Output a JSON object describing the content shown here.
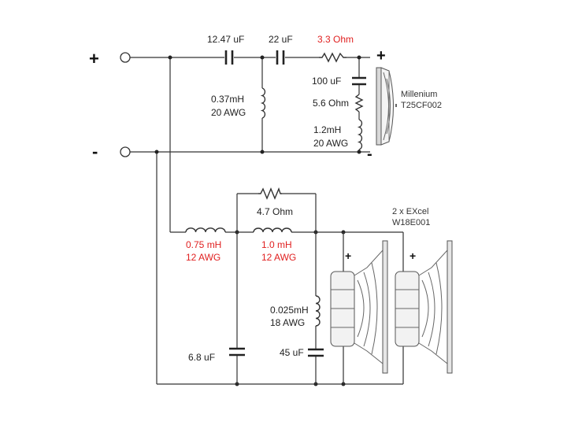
{
  "terminals": {
    "input_plus": "+",
    "input_minus": "-",
    "tweeter_plus": "+",
    "tweeter_minus": "-",
    "woofer1_plus": "+",
    "woofer2_plus": "+"
  },
  "tweeter_section": {
    "c1": "12.47 uF",
    "c2": "22 uF",
    "r_series": "3.3 Ohm",
    "l_shunt_value": "0.37mH",
    "l_shunt_gauge": "20 AWG",
    "notch_cap": "100 uF",
    "notch_res": "5.6 Ohm",
    "notch_ind_value": "1.2mH",
    "notch_ind_gauge": "20 AWG",
    "driver_brand": "Millenium",
    "driver_model": "T25CF002"
  },
  "woofer_section": {
    "l1_value": "0.75 mH",
    "l1_gauge": "12 AWG",
    "l2_value": "1.0 mH",
    "l2_gauge": "12 AWG",
    "r_bypass": "4.7 Ohm",
    "c_shunt": "6.8 uF",
    "notch_ind_value": "0.025mH",
    "notch_ind_gauge": "18 AWG",
    "notch_cap": "45 uF",
    "driver_qty": "2 x EXcel",
    "driver_model": "W18E001"
  },
  "colors": {
    "wire": "#333333",
    "highlight_text": "#e02020",
    "text": "#222222"
  }
}
